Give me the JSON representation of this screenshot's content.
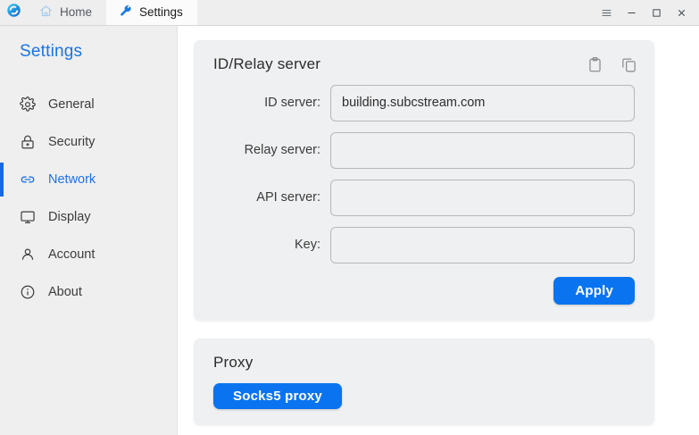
{
  "window": {
    "logo_icon": "rustdesk-logo-icon",
    "tabs": [
      {
        "id": "home",
        "label": "Home",
        "icon": "home-icon",
        "active": false
      },
      {
        "id": "settings",
        "label": "Settings",
        "icon": "wrench-icon",
        "active": true
      }
    ],
    "controls": [
      {
        "id": "menu",
        "icon": "hamburger-menu-icon"
      },
      {
        "id": "minimize",
        "icon": "minimize-icon"
      },
      {
        "id": "maximize",
        "icon": "maximize-icon"
      },
      {
        "id": "close",
        "icon": "close-icon"
      }
    ]
  },
  "sidebar": {
    "title": "Settings",
    "accent_color": "#1a73e8",
    "items": [
      {
        "label": "General",
        "icon": "gear-icon",
        "active": false
      },
      {
        "label": "Security",
        "icon": "lock-icon",
        "active": false
      },
      {
        "label": "Network",
        "icon": "link-icon",
        "active": true
      },
      {
        "label": "Display",
        "icon": "monitor-icon",
        "active": false
      },
      {
        "label": "Account",
        "icon": "person-icon",
        "active": false
      },
      {
        "label": "About",
        "icon": "info-circle-icon",
        "active": false
      }
    ]
  },
  "main": {
    "id_relay_card": {
      "title": "ID/Relay server",
      "actions": [
        {
          "id": "paste",
          "icon": "clipboard-paste-icon"
        },
        {
          "id": "copy",
          "icon": "copy-icon"
        }
      ],
      "fields": [
        {
          "id": "id-server",
          "label": "ID server:",
          "value": "building.subcstream.com",
          "placeholder": ""
        },
        {
          "id": "relay-server",
          "label": "Relay server:",
          "value": "",
          "placeholder": ""
        },
        {
          "id": "api-server",
          "label": "API server:",
          "value": "",
          "placeholder": ""
        },
        {
          "id": "key",
          "label": "Key:",
          "value": "",
          "placeholder": ""
        }
      ],
      "apply_label": "Apply"
    },
    "proxy_card": {
      "title": "Proxy",
      "socks5_label": "Socks5 proxy"
    }
  },
  "colors": {
    "accent_blue": "#0a74f0",
    "sidebar_bg": "#efefef",
    "card_bg": "#eff0f1",
    "titlebar_bg": "#eeeeee"
  }
}
